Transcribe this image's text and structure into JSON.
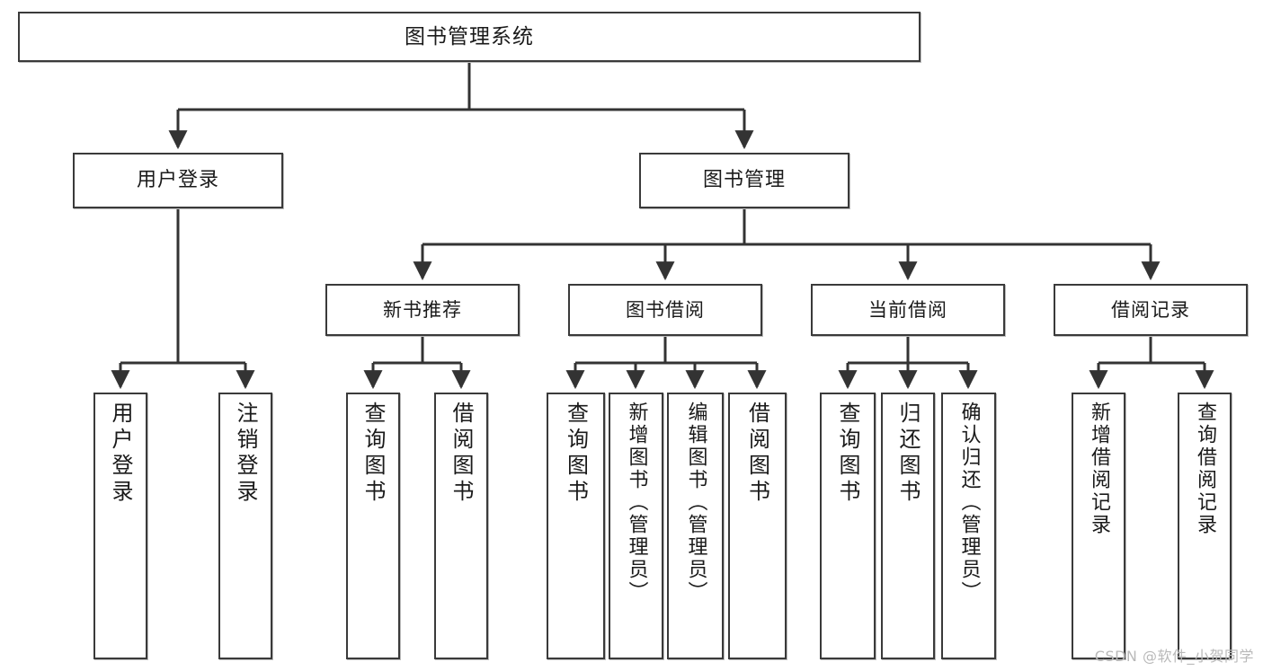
{
  "diagram": {
    "title": "图书管理系统",
    "type": "tree-hierarchy",
    "root": {
      "id": "root",
      "label": "图书管理系统"
    },
    "level2": [
      {
        "id": "user-login",
        "label": "用户登录"
      },
      {
        "id": "book-manage",
        "label": "图书管理"
      }
    ],
    "level3": [
      {
        "id": "new-book-rec",
        "label": "新书推荐",
        "parent": "book-manage"
      },
      {
        "id": "book-borrow",
        "label": "图书借阅",
        "parent": "book-manage"
      },
      {
        "id": "current-borrow",
        "label": "当前借阅",
        "parent": "book-manage"
      },
      {
        "id": "borrow-record",
        "label": "借阅记录",
        "parent": "book-manage"
      }
    ],
    "leaves": [
      {
        "id": "leaf-user-login",
        "label": "用户登录",
        "parent": "user-login"
      },
      {
        "id": "leaf-logout",
        "label": "注销登录",
        "parent": "user-login"
      },
      {
        "id": "leaf-query-book-1",
        "label": "查询图书",
        "parent": "new-book-rec"
      },
      {
        "id": "leaf-borrow-book-1",
        "label": "借阅图书",
        "parent": "new-book-rec"
      },
      {
        "id": "leaf-query-book-2",
        "label": "查询图书",
        "parent": "book-borrow"
      },
      {
        "id": "leaf-add-book",
        "label": "新增图书（管理员）",
        "parent": "book-borrow"
      },
      {
        "id": "leaf-edit-book",
        "label": "编辑图书（管理员）",
        "parent": "book-borrow"
      },
      {
        "id": "leaf-borrow-book-2",
        "label": "借阅图书",
        "parent": "book-borrow"
      },
      {
        "id": "leaf-query-book-3",
        "label": "查询图书",
        "parent": "current-borrow"
      },
      {
        "id": "leaf-return-book",
        "label": "归还图书",
        "parent": "current-borrow"
      },
      {
        "id": "leaf-confirm-return",
        "label": "确认归还（管理员）",
        "parent": "current-borrow"
      },
      {
        "id": "leaf-add-record",
        "label": "新增借阅记录",
        "parent": "borrow-record"
      },
      {
        "id": "leaf-query-record",
        "label": "查询借阅记录",
        "parent": "borrow-record"
      }
    ]
  },
  "watermark": {
    "text": "CSDN @软件_小贺同学"
  },
  "colors": {
    "box_border": "#3a3a3a",
    "box_fill": "#ffffff",
    "connector": "#333333",
    "text": "#1a1a1a",
    "watermark": "#b9b9b9",
    "background": "#ffffff"
  }
}
